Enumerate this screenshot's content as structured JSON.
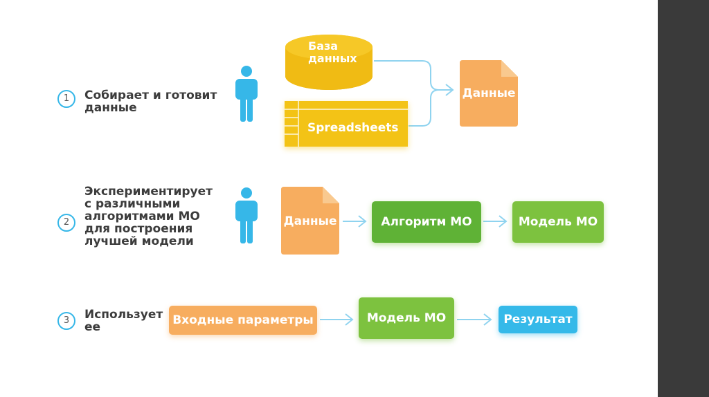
{
  "steps": [
    {
      "number": "1",
      "text": "Собирает и готовит\nданные"
    },
    {
      "number": "2",
      "text": "Экспериментирует\nс различными\nалгоритмами МО\nдля построения\nлучшей модели"
    },
    {
      "number": "3",
      "text": "Использует\nее"
    }
  ],
  "row1": {
    "database": "База\nданных",
    "spreadsheets": "Spreadsheets",
    "data": "Данные"
  },
  "row2": {
    "data": "Данные",
    "algorithm": "Алгоритм МО",
    "model": "Модель МО"
  },
  "row3": {
    "inputs": "Входные параметры",
    "model": "Модель МО",
    "result": "Результат"
  },
  "colors": {
    "accent_blue": "#36b7e8",
    "green": "#7dc23f",
    "orange": "#f7ad5f",
    "yellow": "#f3c316",
    "sidebar": "#3a3a3a"
  },
  "icons": [
    "person-icon",
    "database-icon",
    "spreadsheet-icon",
    "document-icon",
    "arrow-icon"
  ]
}
